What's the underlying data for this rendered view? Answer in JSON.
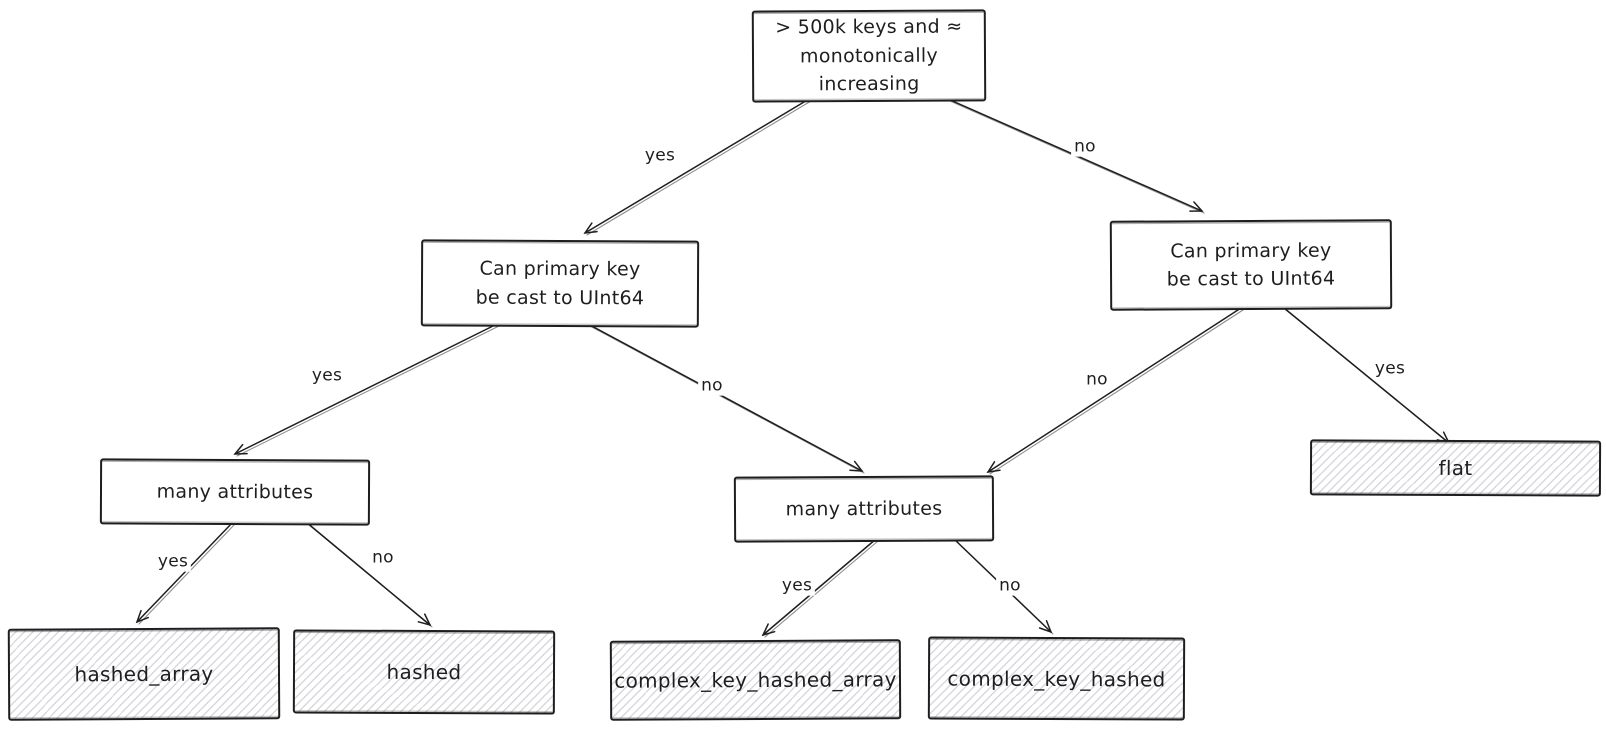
{
  "colors": {
    "stroke": "#1e1e1e",
    "hatch": "#d8d8de",
    "bg": "#ffffff"
  },
  "nodes": {
    "root": {
      "label": "> 500k keys and ≈\nmonotonically\nincreasing",
      "type": "decision"
    },
    "left_uint64": {
      "label": "Can primary key\nbe cast to UInt64",
      "type": "decision"
    },
    "right_uint64": {
      "label": "Can primary key\nbe cast to UInt64",
      "type": "decision"
    },
    "left_many": {
      "label": "many attributes",
      "type": "decision"
    },
    "center_many": {
      "label": "many attributes",
      "type": "decision"
    },
    "flat": {
      "label": "flat",
      "type": "result"
    },
    "hashed_array": {
      "label": "hashed_array",
      "type": "result"
    },
    "hashed": {
      "label": "hashed",
      "type": "result"
    },
    "complex_key_hashed_array": {
      "label": "complex_key_hashed_array",
      "type": "result"
    },
    "complex_key_hashed": {
      "label": "complex_key_hashed",
      "type": "result"
    }
  },
  "edges": {
    "root_to_left_uint64": {
      "label": "yes"
    },
    "root_to_right_uint64": {
      "label": "no"
    },
    "left_uint64_to_left_many": {
      "label": "yes"
    },
    "left_uint64_to_center_many": {
      "label": "no"
    },
    "right_uint64_to_center_many": {
      "label": "no"
    },
    "right_uint64_to_flat": {
      "label": "yes"
    },
    "left_many_to_hashed_array": {
      "label": "yes"
    },
    "left_many_to_hashed": {
      "label": "no"
    },
    "center_many_to_complex_key_hashed_array": {
      "label": "yes"
    },
    "center_many_to_complex_key_hashed": {
      "label": "no"
    }
  }
}
